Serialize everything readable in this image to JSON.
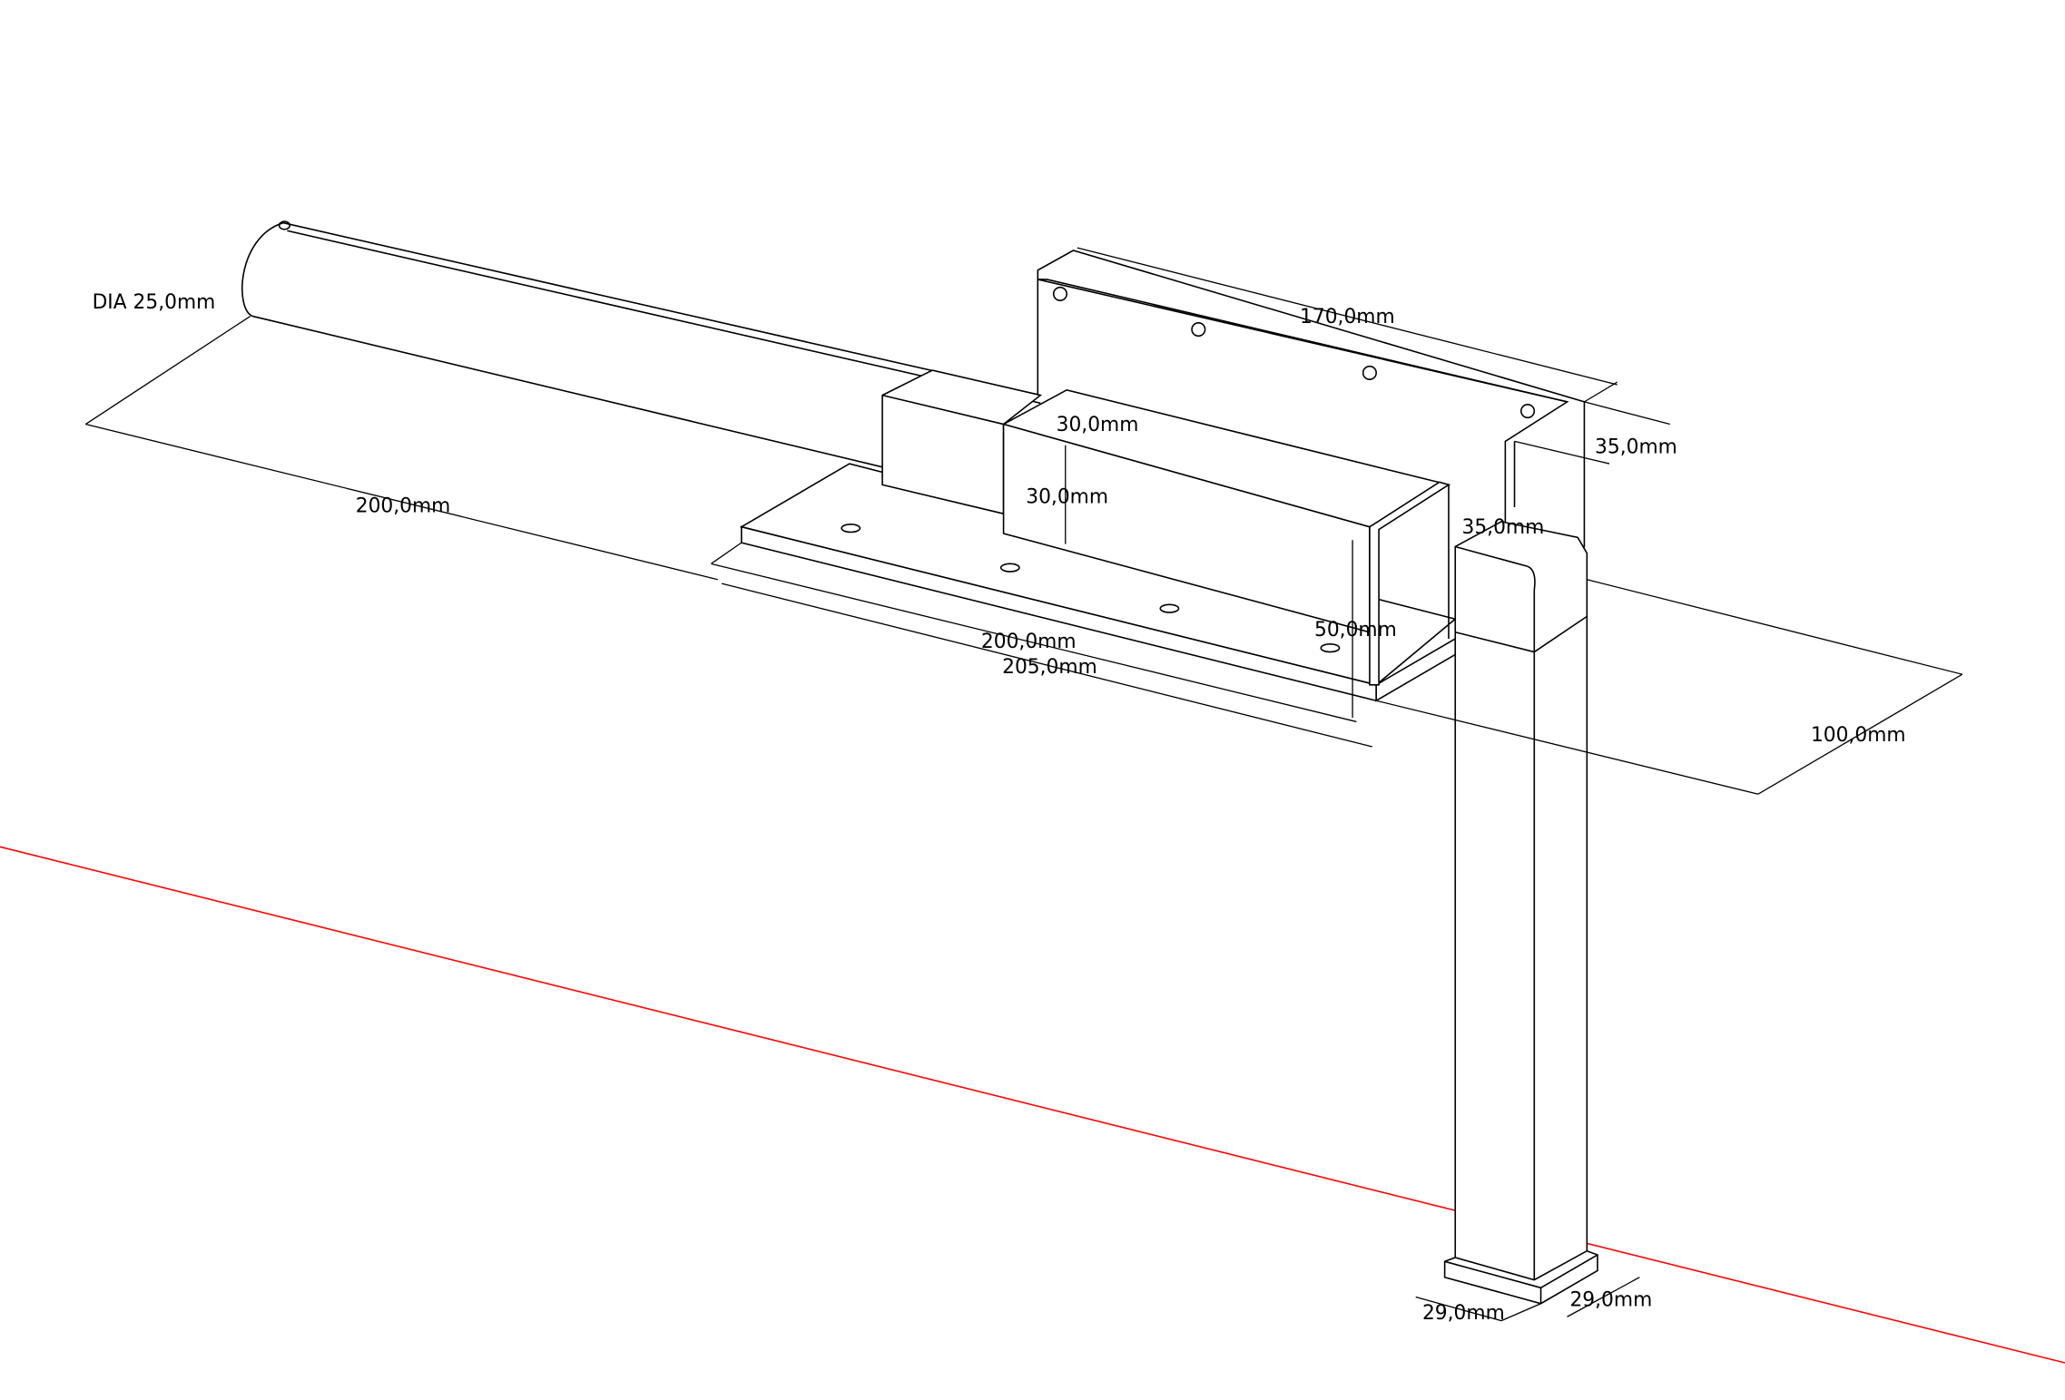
{
  "drawing": {
    "dimensions": {
      "rod_diameter": "DIA 25,0mm",
      "rod_length": "200,0mm",
      "back_plate_length": "170,0mm",
      "back_plate_width": "35,0mm",
      "block_top": "30,0mm",
      "block_height": "30,0mm",
      "post_width": "35,0mm",
      "upright_height": "50,0mm",
      "base_length_inner": "200,0mm",
      "base_length_outer": "205,0mm",
      "depth": "100,0mm",
      "foot_width_left": "29,0mm",
      "foot_width_right": "29,0mm"
    },
    "axis_color": "#ff0000"
  }
}
